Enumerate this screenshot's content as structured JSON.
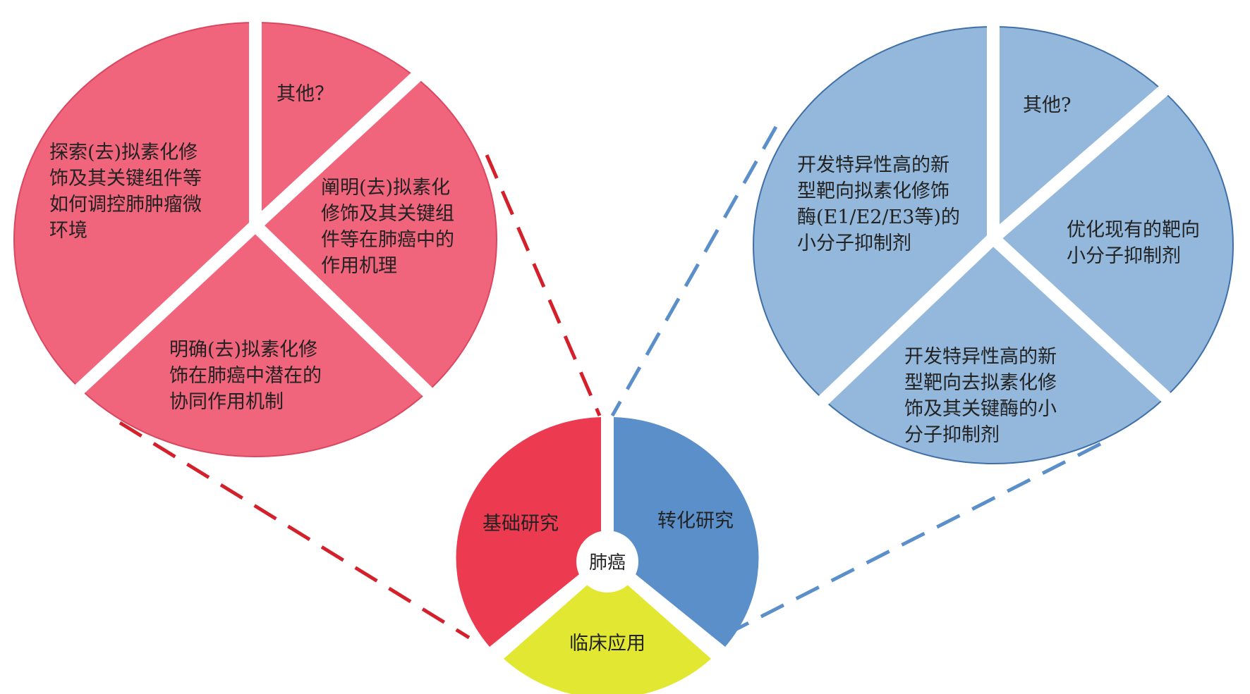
{
  "colors": {
    "red_pie": "#f0647c",
    "red_pie_edge": "#d94860",
    "red_connector": "#d4202a",
    "blue_pie": "#93b8dc",
    "blue_pie_edge": "#3f6fa8",
    "blue_connector": "#5b8fc9",
    "center_basic": "#ec3a50",
    "center_translational": "#5b8fca",
    "center_clinical": "#e2e832",
    "hub": "#ffffff",
    "separator": "#ffffff"
  },
  "left_pie": {
    "other": [
      "其他？"
    ],
    "explore": [
      "探索(去)拟素化修",
      "饰及其关键组件等",
      "如何调控肺肿瘤微",
      "环境"
    ],
    "elucidate": [
      "阐明(去)拟素化",
      "修饰及其关键组",
      "件等在肺癌中的",
      "作用机理"
    ],
    "clarify": [
      "明确(去)拟素化修",
      "饰在肺癌中潜在的",
      "协同作用机制"
    ]
  },
  "right_pie": {
    "other": [
      "其他?"
    ],
    "develop_new": [
      "开发特异性高的新",
      "型靶向拟素化修饰",
      "酶(E1/E2/E3等)的",
      "小分子抑制剂"
    ],
    "optimize": [
      "优化现有的靶向",
      "小分子抑制剂"
    ],
    "develop_de": [
      "开发特异性高的新",
      "型靶向去拟素化修",
      "饰及其关键酶的小",
      "分子抑制剂"
    ]
  },
  "center_pie": {
    "hub": "肺癌",
    "basic": "基础研究",
    "translational": "转化研究",
    "clinical": "临床应用"
  }
}
